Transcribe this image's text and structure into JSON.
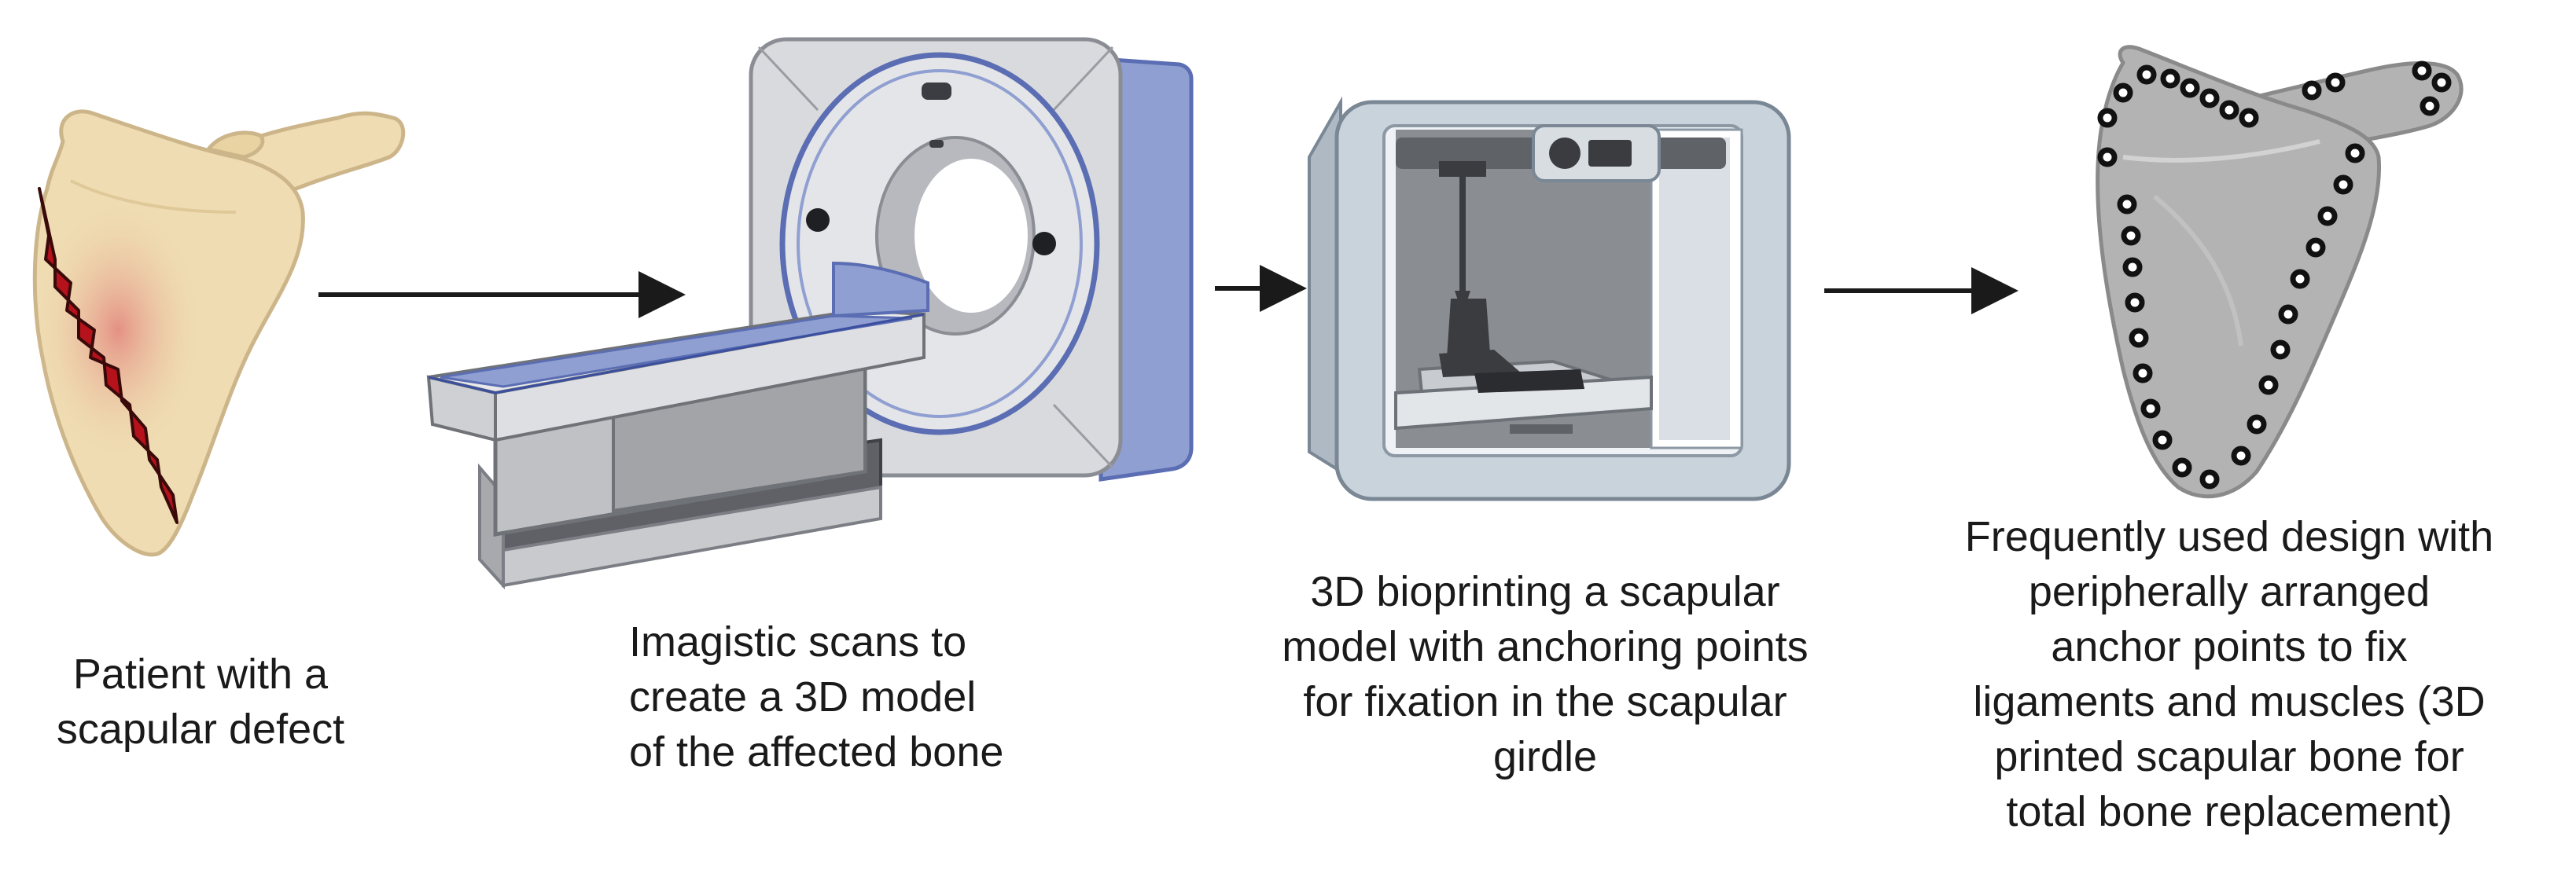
{
  "steps": [
    {
      "icon": "scapula-with-defect",
      "caption": [
        "Patient with a",
        "scapular defect"
      ]
    },
    {
      "icon": "ct-scanner",
      "caption": [
        "Imagistic scans to",
        "create a 3D model",
        "of the affected bone"
      ]
    },
    {
      "icon": "3d-bioprinter",
      "caption": [
        "3D bioprinting a scapular",
        "model with anchoring points",
        "for fixation in the scapular",
        "girdle"
      ]
    },
    {
      "icon": "printed-scapula-with-anchor-points",
      "caption": [
        "Frequently used design with",
        "peripherally arranged",
        "anchor points to fix",
        "ligaments and muscles (3D",
        "printed scapular bone for",
        "total bone replacement)"
      ]
    }
  ],
  "colors": {
    "bone": "#efdcb2",
    "bone_outline": "#cdb58a",
    "defect": "#b5121b",
    "scanner_body": "#d9dadd",
    "scanner_accent": "#8f9fd1",
    "printer_frame": "#c9d3dc",
    "printed_bone": "#b3b3b3",
    "arrow": "#1a1a1a"
  }
}
